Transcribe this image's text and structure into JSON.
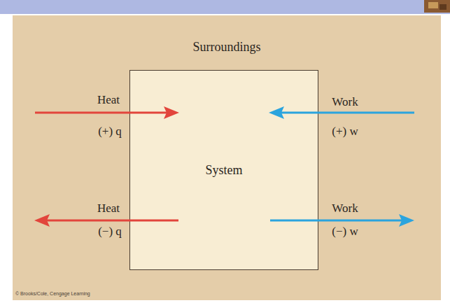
{
  "diagram": {
    "nodes": [
      {
        "text": [
          "Surroundings"
        ]
      },
      {
        "text": [
          "System"
        ],
        "in": 0
      }
    ],
    "labels": [
      "Heat",
      "(+) q",
      "Work",
      "(+) w",
      "Heat",
      "(−) q",
      "Work",
      "(−) w",
      "© Brooks/Cole, Cengage Learning"
    ]
  }
}
